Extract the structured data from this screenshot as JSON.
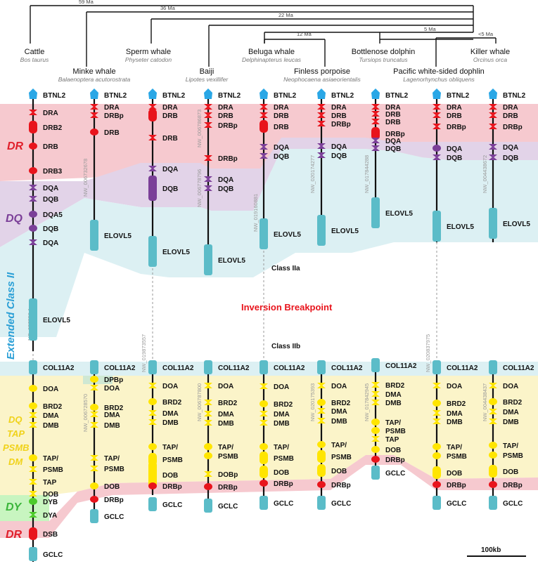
{
  "tree": {
    "ages": [
      "59 Ma",
      "36 Ma",
      "22 Ma",
      "12 Ma",
      "5 Ma",
      "<5 Ma"
    ],
    "species": [
      {
        "common": "Cattle",
        "latin": "Bos taurus"
      },
      {
        "common": "Minke whale",
        "latin": "Balaenoptera acutorostrata"
      },
      {
        "common": "Sperm whale",
        "latin": "Physeter catodon"
      },
      {
        "common": "Baiji",
        "latin": "Lipotes vexillifer"
      },
      {
        "common": "Beluga whale",
        "latin": "Delphinapterus leucas"
      },
      {
        "common": "Finless porpoise",
        "latin": "Neophocaena asiaeorientalis"
      },
      {
        "common": "Bottlenose dolphin",
        "latin": "Tursiops truncatus"
      },
      {
        "common": "Pacific white-sided dophlin",
        "latin": "Lagenorhynchus obliquens"
      },
      {
        "common": "Killer whale",
        "latin": "Orcinus orca"
      }
    ]
  },
  "regions": {
    "dr_top": "DR",
    "dq": "DQ",
    "extended": "Extended Class II",
    "dq_tap": [
      "DQ",
      "TAP",
      "PSMB",
      "DM"
    ],
    "dy": "DY",
    "dr_bottom": "DR"
  },
  "labels": {
    "class_2a": "Class IIa",
    "breakpoint": "Inversion Breakpoint",
    "class_2b": "Class IIb",
    "scale": "100kb"
  },
  "colors": {
    "dr": "#f6c9cf",
    "dq": "#e2d3e8",
    "extended": "#dcf0f3",
    "dq_tap": "#fbf4c9",
    "dy": "#c8f5c0",
    "dr_label": "#e01f2b",
    "dq_label": "#7b3f98",
    "extended_label": "#2a9fd6",
    "dq_tap_label": "#f0d21a",
    "dy_label": "#3ab53a",
    "red_gene": "#e8141c",
    "purple_gene": "#7b3f98",
    "yellow_gene": "#ffe500",
    "green_gene": "#4ccb2a",
    "teal_gene": "#5bbcc8",
    "blue_gene": "#2aa7e6"
  },
  "tracks": [
    {
      "species": "Cattle",
      "accessions": [
        "NC_037350.1"
      ],
      "genes": [
        "BTNL2",
        "DRA",
        "DRB2",
        "DRB",
        "DRB3",
        "DQA",
        "DQB",
        "DQA5",
        "DQB",
        "DQA",
        "ELOVL5",
        "COL11A2",
        "DOA",
        "BRD2",
        "DMA",
        "DMB",
        "TAP/",
        "PSMB",
        "TAP",
        "DOB",
        "DYB",
        "DYA",
        "DSB",
        "GCLC"
      ]
    },
    {
      "species": "Minke whale",
      "accessions": [
        "NW_006732678",
        "NW_006728570"
      ],
      "genes": [
        "BTNL2",
        "DRA",
        "DRBp",
        "DRB",
        "ELOVL5",
        "COL11A2",
        "DPBp",
        "DOA",
        "BRD2",
        "DMA",
        "DMB",
        "TAP/",
        "PSMB",
        "DOB",
        "DRBp",
        "GCLC"
      ]
    },
    {
      "species": "Sperm whale",
      "accessions": [
        "NW_019873557"
      ],
      "genes": [
        "BTNL2",
        "DRA",
        "DRB",
        "DRB",
        "DQA",
        "DQB",
        "ELOVL5",
        "COL11A2",
        "DOA",
        "BRD2",
        "DMA",
        "DMB",
        "TAP/",
        "PSMB",
        "DOB",
        "DRBp",
        "GCLC"
      ]
    },
    {
      "species": "Baiji",
      "accessions": [
        "NW_006786873",
        "NW_006778796",
        "NW_006787800"
      ],
      "genes": [
        "BTNL2",
        "DRA",
        "DRB",
        "DRBp",
        "DRBp",
        "DQA",
        "DQB",
        "ELOVL5",
        "COL11A2",
        "DOA",
        "BRD2",
        "DMA",
        "DMB",
        "TAP/",
        "PSMB",
        "DOBp",
        "DRBp",
        "GCLC"
      ]
    },
    {
      "species": "Beluga whale",
      "accessions": [
        "NW_019160881"
      ],
      "genes": [
        "BTNL2",
        "DRA",
        "DRB",
        "DRB",
        "DQA",
        "DQB",
        "ELOVL5",
        "COL11A2",
        "DOA",
        "BRD2",
        "DMA",
        "DMB",
        "TAP/",
        "PSMB",
        "DOB",
        "DRBp",
        "GCLC"
      ]
    },
    {
      "species": "Finless porpoise",
      "accessions": [
        "NW_020174277",
        "NW_020175393"
      ],
      "genes": [
        "BTNL2",
        "DRA",
        "DRB",
        "DRBp",
        "DQA",
        "DQB",
        "ELOVL5",
        "COL11A2",
        "DOA",
        "BRD2",
        "DMA",
        "DMB",
        "TAP/",
        "PSMB",
        "DOB",
        "DRBp",
        "GCLC"
      ]
    },
    {
      "species": "Bottlenose dolphin",
      "accessions": [
        "NW_017844288",
        "NW_017842945"
      ],
      "genes": [
        "BTNL2",
        "DRA",
        "DRB",
        "DRB",
        "DRBp",
        "DQA",
        "DQB",
        "ELOVL5",
        "COL11A2",
        "BRD2",
        "DMA",
        "DMB",
        "TAP/",
        "PSMB",
        "TAP",
        "DOB",
        "DRBp",
        "GCLC"
      ]
    },
    {
      "species": "Pacific white-sided dophlin",
      "accessions": [
        "NW_020837975"
      ],
      "genes": [
        "BTNL2",
        "DRA",
        "DRB",
        "DRBp",
        "DQA",
        "DQB",
        "ELOVL5",
        "COL11A2",
        "DOA",
        "BRD2",
        "DMA",
        "DMB",
        "TAP/",
        "PSMB",
        "DOB",
        "DRBp",
        "GCLC"
      ]
    },
    {
      "species": "Killer whale",
      "accessions": [
        "NW_004438672",
        "NW_004438437"
      ],
      "genes": [
        "BTNL2",
        "DRA",
        "DRB",
        "DRBp",
        "DQA",
        "DQB",
        "ELOVL5",
        "COL11A2",
        "DOA",
        "BRD2",
        "DMA",
        "DMB",
        "TAP/",
        "PSMB",
        "DOB",
        "DRBp",
        "GCLC"
      ]
    }
  ]
}
